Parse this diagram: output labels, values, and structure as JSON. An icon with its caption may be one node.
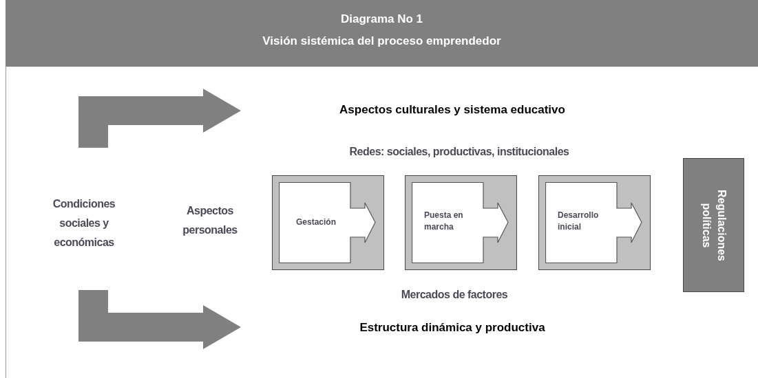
{
  "diagram": {
    "title": "Diagrama No 1",
    "nodes": [
      {
        "text": [],
        "shape": "box"
      },
      {
        "text": [
          "Gestación"
        ],
        "in": 0
      },
      {
        "text": [],
        "shape": "box"
      },
      {
        "text": [
          "Puesta en marcha"
        ],
        "in": 2
      },
      {
        "text": [],
        "shape": "box"
      },
      {
        "text": [
          "Desarrollo inicial"
        ],
        "in": 4
      },
      {
        "text": [
          "Regulaciones políticas"
        ]
      }
    ],
    "edges": [],
    "labels": [
      "Visión sistémica del proceso emprendedor",
      "Aspectos culturales y sistema educativo",
      "Redes: sociales, productivas, institucionales",
      "Condiciones sociales y económicas",
      "Aspectos personales",
      "Mercados de factores",
      "Estructura dinámica y productiva"
    ]
  }
}
